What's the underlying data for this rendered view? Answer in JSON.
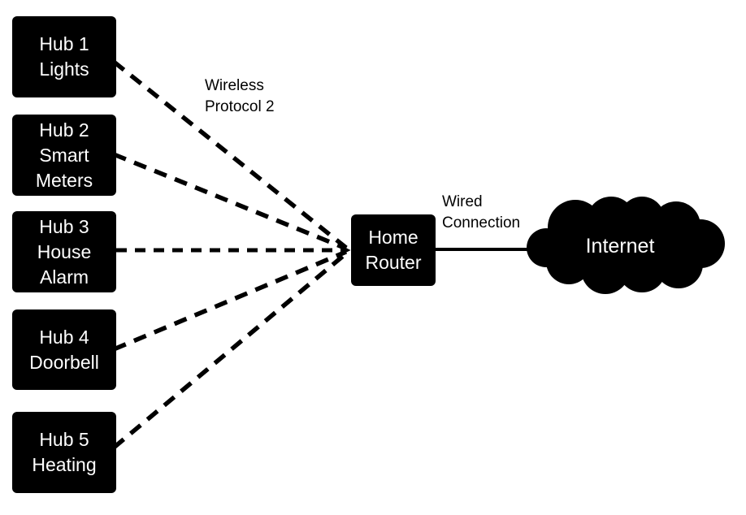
{
  "diagram": {
    "title_hint": "Smart home hubs connecting to home router and internet",
    "colors": {
      "background": "#ffffff",
      "node_fill": "#000000",
      "node_text": "#ffffff",
      "line": "#000000"
    },
    "hubs": [
      {
        "id": "hub1",
        "label": "Hub 1\nLights"
      },
      {
        "id": "hub2",
        "label": "Hub 2\nSmart\nMeters"
      },
      {
        "id": "hub3",
        "label": "Hub 3\nHouse\nAlarm"
      },
      {
        "id": "hub4",
        "label": "Hub 4\nDoorbell"
      },
      {
        "id": "hub5",
        "label": "Hub 5\nHeating"
      }
    ],
    "router": {
      "label": "Home\nRouter"
    },
    "internet": {
      "label": "Internet"
    },
    "annotations": {
      "wireless": "Wireless\nProtocol 2",
      "wired": "Wired\nConnection"
    },
    "connections": [
      {
        "from": "hub1",
        "to": "router",
        "style": "dashed",
        "label": "Wireless Protocol 2"
      },
      {
        "from": "hub2",
        "to": "router",
        "style": "dashed"
      },
      {
        "from": "hub3",
        "to": "router",
        "style": "dashed",
        "arrow": true
      },
      {
        "from": "hub4",
        "to": "router",
        "style": "dashed"
      },
      {
        "from": "hub5",
        "to": "router",
        "style": "dashed"
      },
      {
        "from": "router",
        "to": "internet",
        "style": "solid",
        "label": "Wired Connection"
      }
    ]
  }
}
